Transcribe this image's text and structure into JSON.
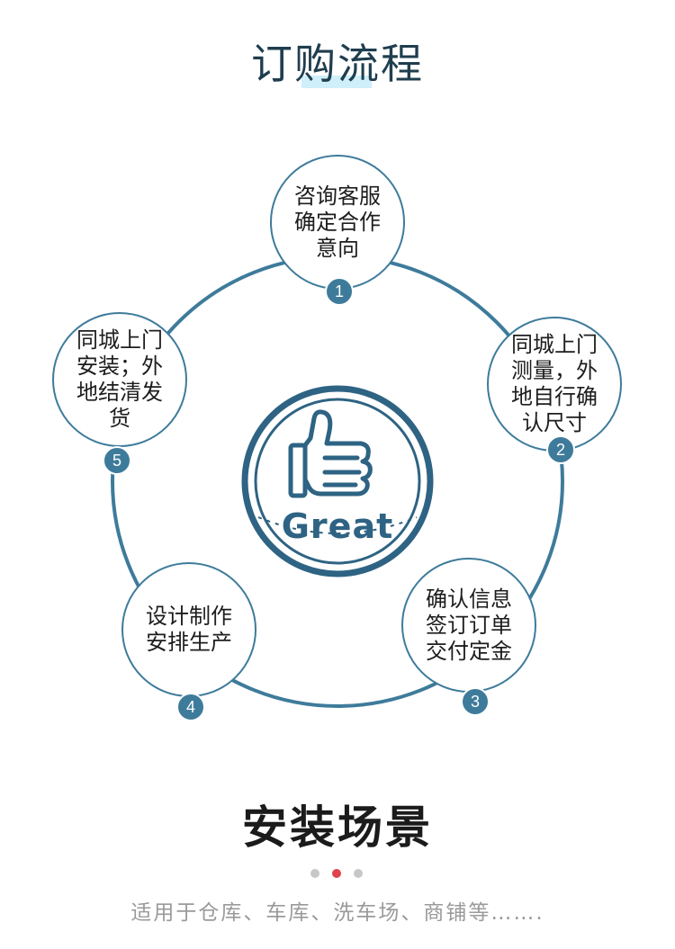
{
  "header": {
    "title": "订购流程"
  },
  "colors": {
    "accent": "#3e7b9b",
    "highlight": "#cfeffb",
    "dot_active": "#e0434b",
    "dot_inactive": "#c7c7c7"
  },
  "steps": [
    {
      "number": "1",
      "text": "咨询客服\n确定合作\n意向"
    },
    {
      "number": "2",
      "text": "同城上门\n测量，外\n地自行确\n认尺寸"
    },
    {
      "number": "3",
      "text": "确认信息\n签订订单\n交付定金"
    },
    {
      "number": "4",
      "text": "设计制作\n安排生产"
    },
    {
      "number": "5",
      "text": "同城上门\n安装；外\n地结清发\n货"
    }
  ],
  "stamp": {
    "label": "Great",
    "icon": "thumbs-up-icon"
  },
  "section": {
    "title": "安装场景",
    "carousel": {
      "count": 3,
      "active_index": 1
    },
    "caption": "适用于仓库、车库、洗车场、商铺等……."
  }
}
